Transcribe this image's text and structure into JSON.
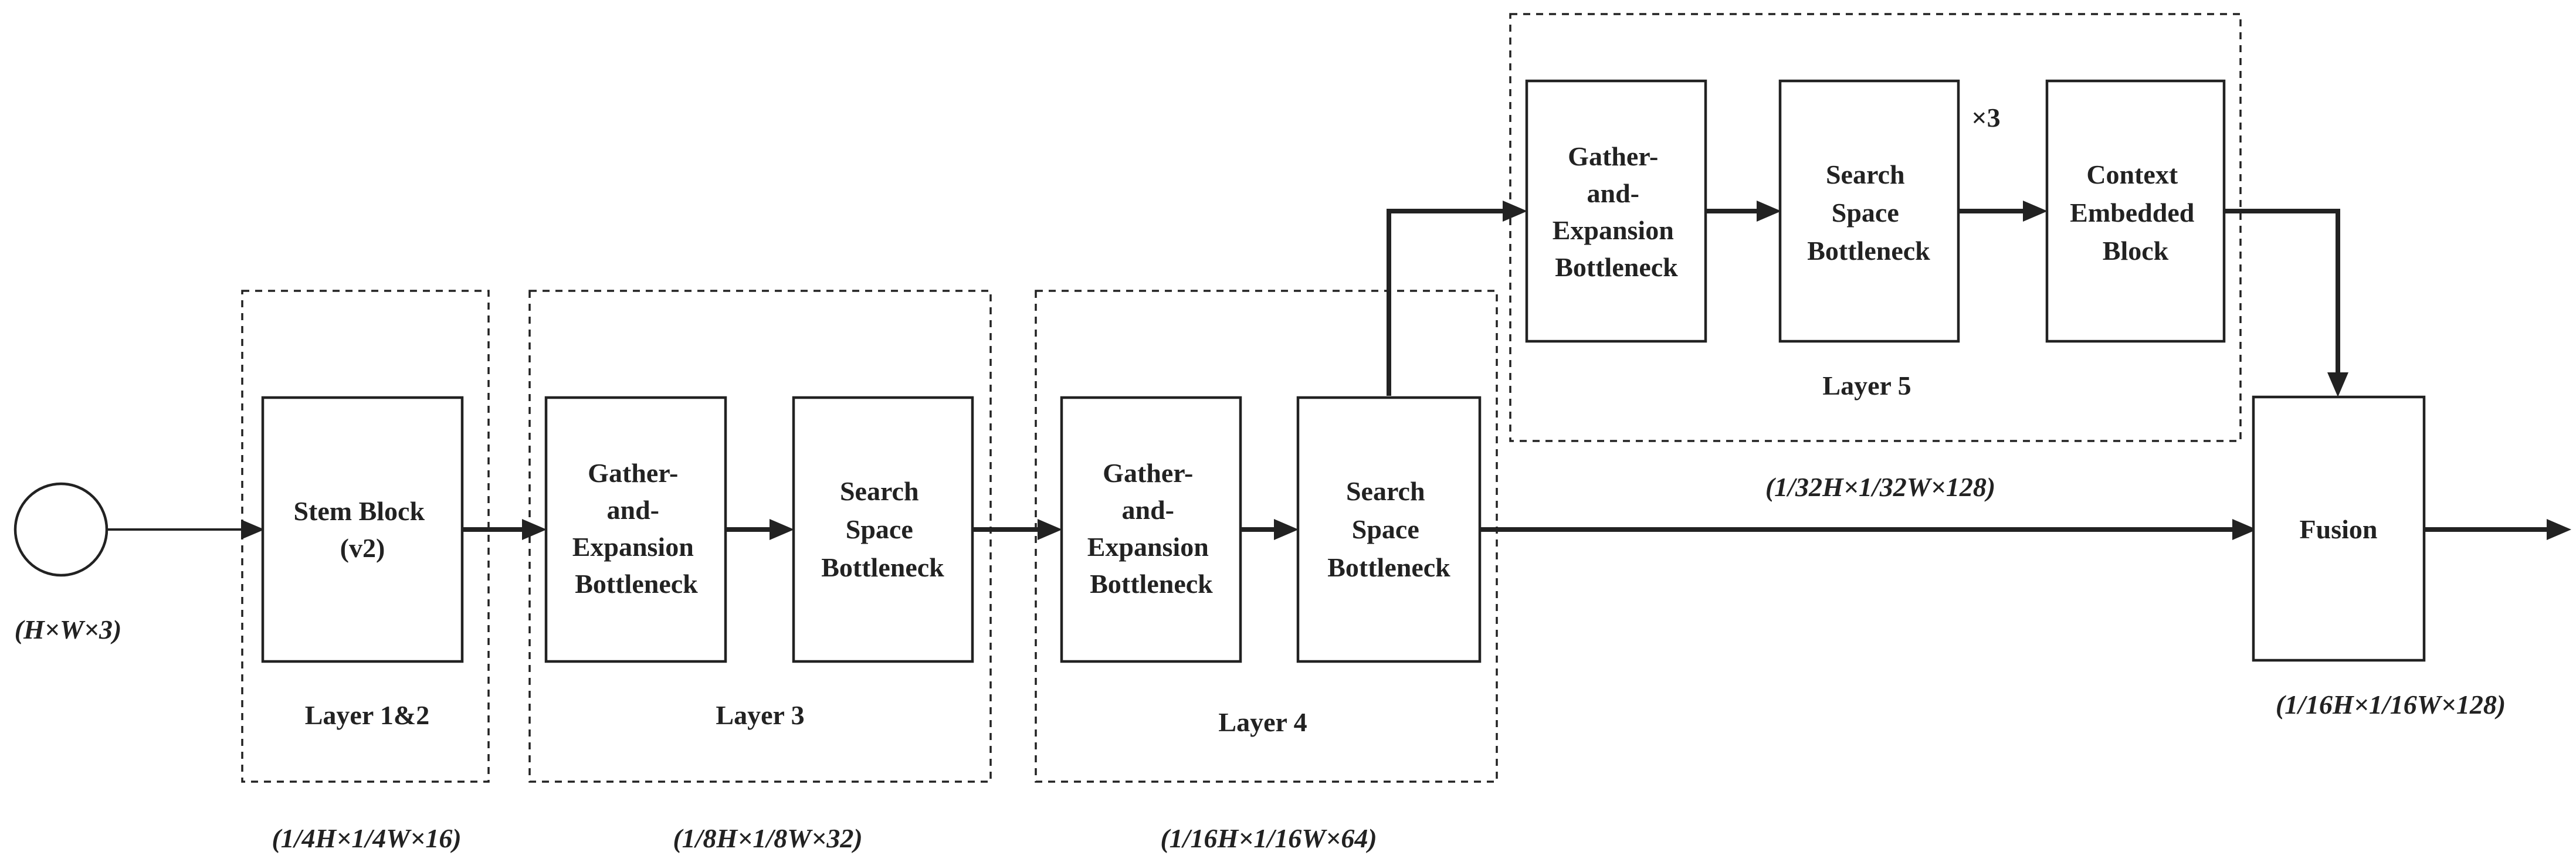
{
  "input": {
    "dims": "(H×W×3)"
  },
  "layers": {
    "layer12": {
      "label": "Layer 1&2",
      "dims": "(1/4H×1/4W×16)",
      "stem": [
        "Stem Block",
        "(v2)"
      ]
    },
    "layer3": {
      "label": "Layer 3",
      "dims": "(1/8H×1/8W×32)",
      "geb": [
        "Gather-",
        "and-",
        "Expansion",
        "Bottleneck"
      ],
      "ssb": [
        "Search",
        "Space",
        "Bottleneck"
      ]
    },
    "layer4": {
      "label": "Layer 4",
      "dims": "(1/16H×1/16W×64)",
      "geb": [
        "Gather-",
        "and-",
        "Expansion",
        "Bottleneck"
      ],
      "ssb": [
        "Search",
        "Space",
        "Bottleneck"
      ]
    },
    "layer5": {
      "label": "Layer 5",
      "geb": [
        "Gather-",
        "and-",
        "Expansion",
        "Bottleneck"
      ],
      "ssb": [
        "Search",
        "Space",
        "Bottleneck"
      ],
      "repeat": "×3",
      "ceb": [
        "Context",
        "Embedded",
        "Block"
      ]
    }
  },
  "main_path": {
    "dims": "(1/32H×1/32W×128)"
  },
  "fusion": {
    "label": "Fusion",
    "dims": "(1/16H×1/16W×128)"
  }
}
